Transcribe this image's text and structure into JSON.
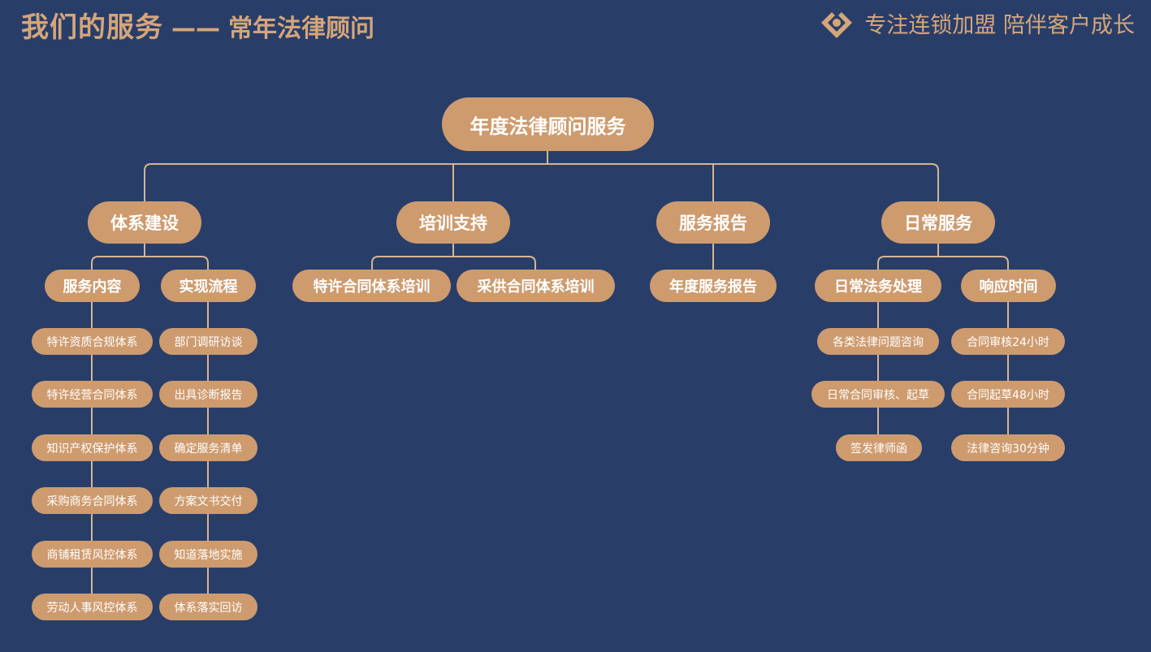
{
  "header": {
    "title_main": "我们的服务",
    "title_dash": "——",
    "title_sub": "常年法律顾问",
    "slogan": "专注连锁加盟 陪伴客户成长"
  },
  "colors": {
    "background": "#283E69",
    "accent": "#D6A57A",
    "node_fill": "#CE9B6E",
    "line": "#D8B494",
    "node_text": "#FFFFFF"
  },
  "icons": {
    "logo": "brand-logo-icon"
  },
  "diagram": {
    "root": "年度法律顾问服务",
    "branches": [
      {
        "label": "体系建设",
        "groups": [
          {
            "label": "服务内容",
            "items": [
              "特许资质合规体系",
              "特许经营合同体系",
              "知识产权保护体系",
              "采购商务合同体系",
              "商铺租赁风控体系",
              "劳动人事风控体系"
            ]
          },
          {
            "label": "实现流程",
            "items": [
              "部门调研访谈",
              "出具诊断报告",
              "确定服务清单",
              "方案文书交付",
              "知道落地实施",
              "体系落实回访"
            ]
          }
        ]
      },
      {
        "label": "培训支持",
        "groups": [
          {
            "label": "特许合同体系培训",
            "items": []
          },
          {
            "label": "采供合同体系培训",
            "items": []
          }
        ]
      },
      {
        "label": "服务报告",
        "groups": [
          {
            "label": "年度服务报告",
            "items": []
          }
        ]
      },
      {
        "label": "日常服务",
        "groups": [
          {
            "label": "日常法务处理",
            "items": [
              "各类法律问题咨询",
              "日常合同审核、起草",
              "签发律师函"
            ]
          },
          {
            "label": "响应时间",
            "items": [
              "合同审核24小时",
              "合同起草48小时",
              "法律咨询30分钟"
            ]
          }
        ]
      }
    ]
  }
}
